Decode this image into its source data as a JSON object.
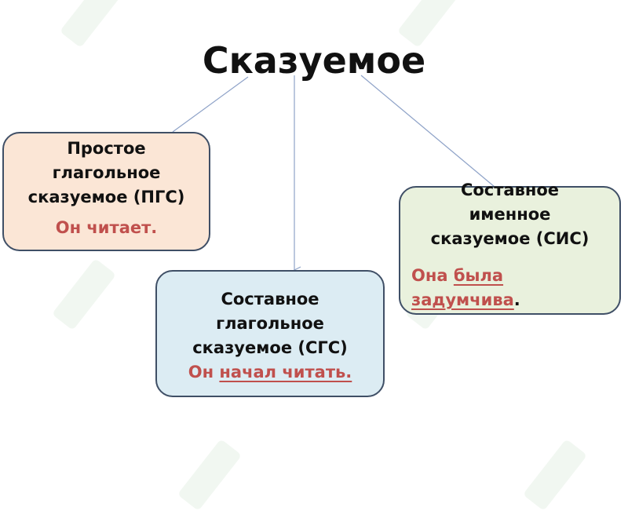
{
  "title": "Сказуемое",
  "boxes": {
    "simple": {
      "lines": [
        "Простое",
        "глагольное",
        "сказуемое (ПГС)"
      ],
      "example": "Он читает."
    },
    "compound_verbal": {
      "lines": [
        "Составное",
        "глагольное",
        "сказуемое (СГС)"
      ],
      "example_plain": "Он ",
      "example_underlined": "начал читать."
    },
    "compound_nominal": {
      "lines": [
        "Составное",
        "именное",
        "сказуемое (СИС)"
      ],
      "example_plain": "Она ",
      "example_underlined_1": "была",
      "example_underlined_2": "задумчива",
      "example_end": "."
    }
  },
  "colors": {
    "example_text": "#c0504d",
    "simple_fill": "#fbe6d6",
    "compound_verbal_fill": "#dcecf3",
    "compound_nominal_fill": "#e9f1dd",
    "box_border": "#3f4f66",
    "connector": "#8fa3c8"
  }
}
